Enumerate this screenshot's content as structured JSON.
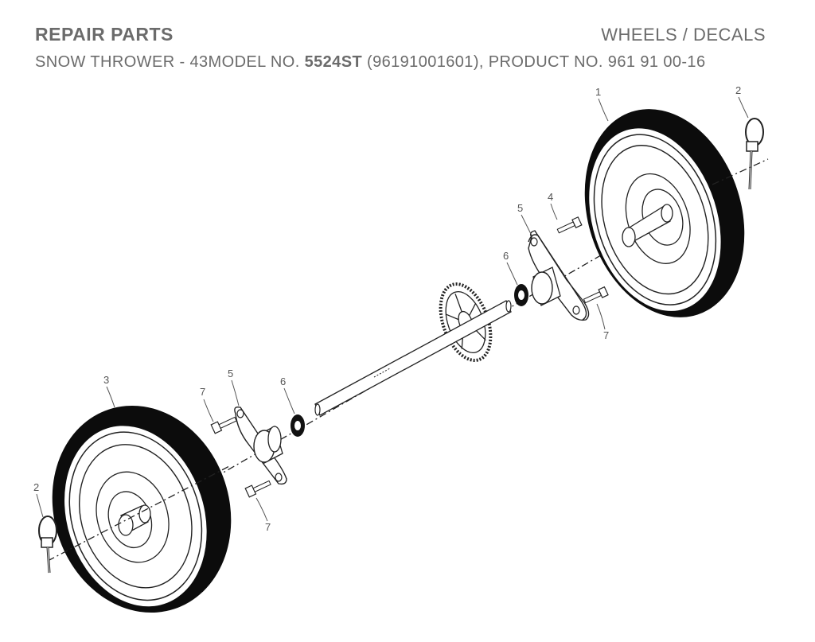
{
  "header": {
    "title_left": "REPAIR PARTS",
    "title_right": "WHEELS / DECALS",
    "subtitle_prefix": "SNOW THROWER - 43MODEL NO. ",
    "subtitle_model": "5524ST",
    "subtitle_suffix": " (96191001601), PRODUCT NO. 961 91 00-16"
  },
  "callouts": {
    "wheel_right": "1",
    "pin_right": "2",
    "wheel_left": "3",
    "bolt_top_right": "4",
    "bearing_right": "5",
    "washer_right": "6",
    "bolt_bottom_right": "7",
    "bolt_top_left": "7",
    "bearing_left": "5",
    "washer_left": "6",
    "bolt_bottom_left": "7",
    "pin_left": "2"
  }
}
